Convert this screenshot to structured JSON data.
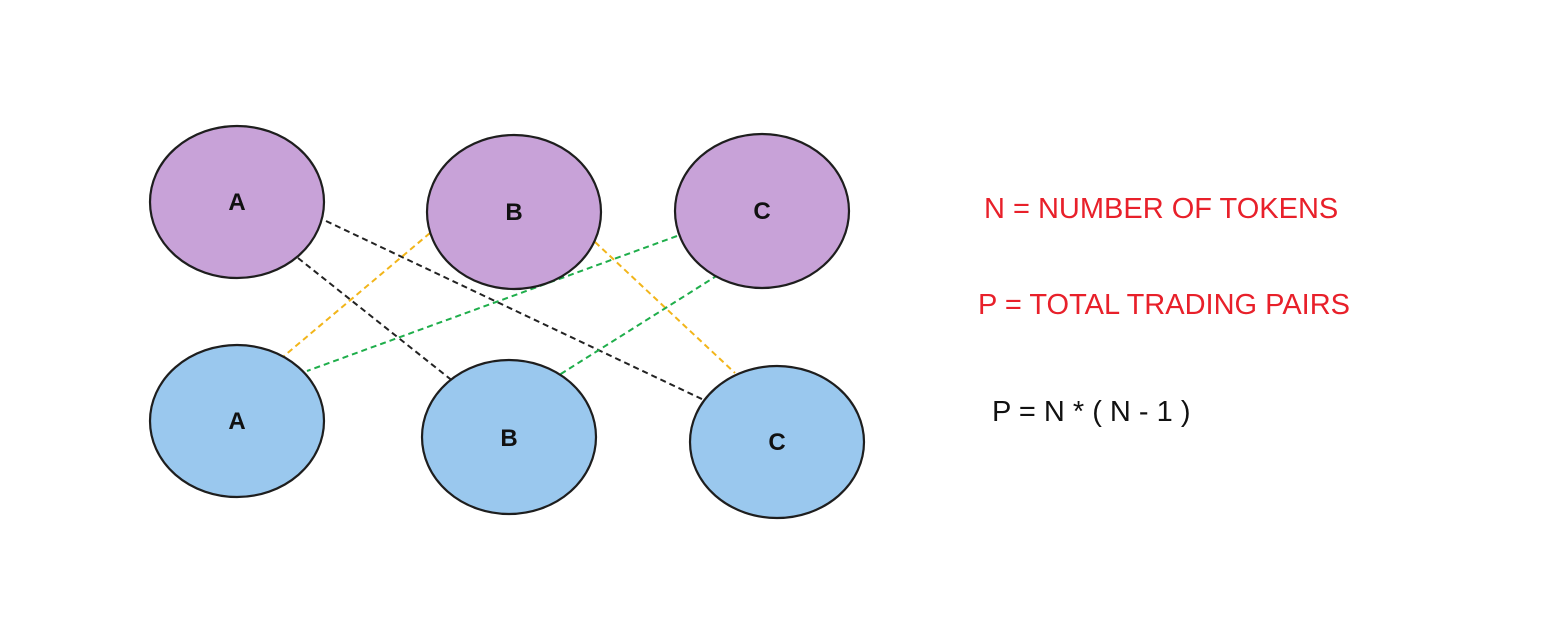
{
  "colors": {
    "top_fill": "#c8a2d8",
    "bottom_fill": "#9ac8ee",
    "node_stroke": "#1e1e1e",
    "edge_black": "#222222",
    "edge_orange": "#f2b51a",
    "edge_green": "#1fae4b",
    "definition_text": "#e8202a",
    "formula_text": "#111111"
  },
  "nodes": {
    "top": [
      {
        "label": "A"
      },
      {
        "label": "B"
      },
      {
        "label": "C"
      }
    ],
    "bottom": [
      {
        "label": "A"
      },
      {
        "label": "B"
      },
      {
        "label": "C"
      }
    ]
  },
  "edges": [
    {
      "from": "A",
      "to": "B",
      "color": "black"
    },
    {
      "from": "A",
      "to": "C",
      "color": "black"
    },
    {
      "from": "B",
      "to": "A",
      "color": "orange"
    },
    {
      "from": "B",
      "to": "C",
      "color": "orange"
    },
    {
      "from": "C",
      "to": "A",
      "color": "green"
    },
    {
      "from": "C",
      "to": "B",
      "color": "green"
    }
  ],
  "definitions": {
    "n": "N = NUMBER OF TOKENS",
    "p": "P = TOTAL TRADING PAIRS"
  },
  "formula": "P = N * ( N - 1 )"
}
